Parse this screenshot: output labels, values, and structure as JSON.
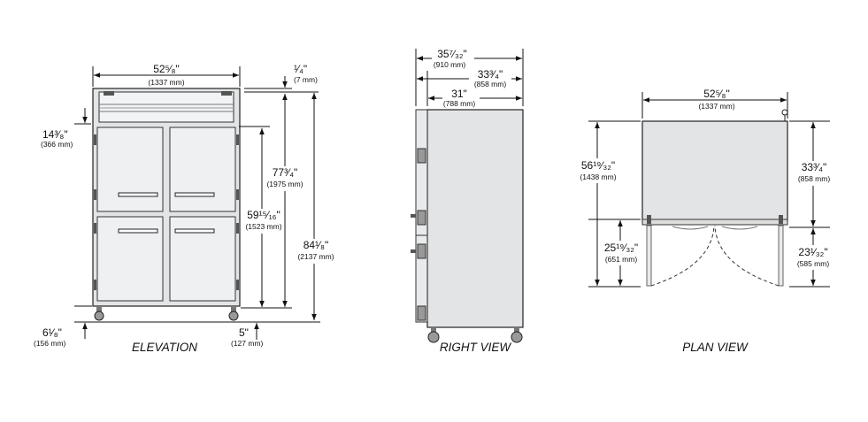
{
  "views": {
    "elevation": "ELEVATION",
    "right": "RIGHT VIEW",
    "plan": "PLAN VIEW"
  },
  "elevation": {
    "width": {
      "text": "52⁵⁄₈\"",
      "mm": "(1337 mm)"
    },
    "top_gap": {
      "text": "¹⁄₄\"",
      "mm": "(7 mm)"
    },
    "upper": {
      "text": "14³⁄₈\"",
      "mm": "(366 mm)"
    },
    "h77": {
      "text": "77³⁄₄\"",
      "mm": "(1975 mm)"
    },
    "h59": {
      "text": "59¹⁵⁄₁₆\"",
      "mm": "(1523 mm)"
    },
    "h84": {
      "text": "84¹⁄₈\"",
      "mm": "(2137 mm)"
    },
    "leg": {
      "text": "6¹⁄₈\"",
      "mm": "(156 mm)"
    },
    "caster": {
      "text": "5\"",
      "mm": "(127 mm)"
    }
  },
  "right": {
    "d35": {
      "text": "35⁷⁄₃₂\"",
      "mm": "(910 mm)"
    },
    "d33": {
      "text": "33³⁄₄\"",
      "mm": "(858 mm)"
    },
    "d31": {
      "text": "31\"",
      "mm": "(788 mm)"
    }
  },
  "plan": {
    "width": {
      "text": "52⁵⁄₈\"",
      "mm": "(1337 mm)"
    },
    "d56": {
      "text": "56¹⁹⁄₃₂\"",
      "mm": "(1438 mm)"
    },
    "d33": {
      "text": "33³⁄₄\"",
      "mm": "(858 mm)"
    },
    "d25": {
      "text": "25¹⁹⁄₃₂\"",
      "mm": "(651 mm)"
    },
    "d23": {
      "text": "23¹⁄₃₂\"",
      "mm": "(585 mm)"
    }
  }
}
